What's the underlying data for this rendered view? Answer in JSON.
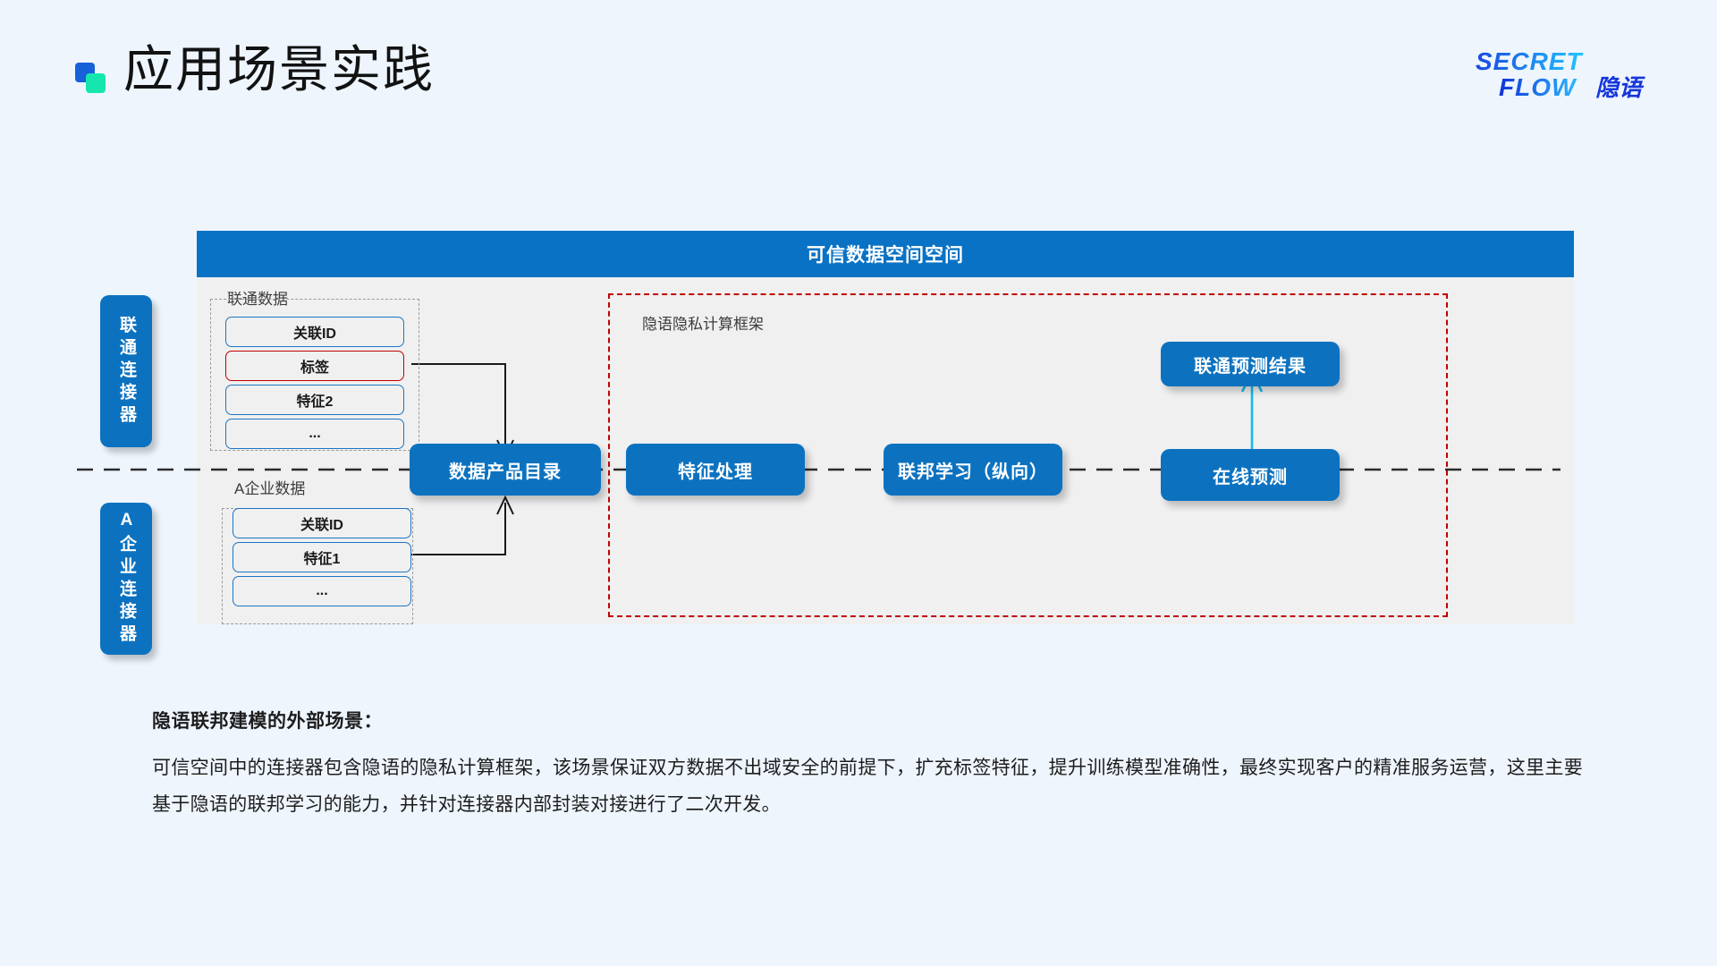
{
  "header": {
    "title": "应用场景实践",
    "mark_blue": "#1761d8",
    "mark_teal": "#15e6ad",
    "logo_line1": "SECRET",
    "logo_line2": "FLOW",
    "logo_cn": "隐语"
  },
  "diagram": {
    "space_title": "可信数据空间空间",
    "framework_label": "隐语隐私计算框架",
    "connectors": [
      {
        "id": "unicom",
        "label": "联通连接器",
        "chars": [
          "联",
          "通",
          "连",
          "接",
          "器"
        ]
      },
      {
        "id": "enterprise",
        "label": "A企业连接器",
        "chars": [
          "A",
          "企",
          "业",
          "连",
          "接",
          "器"
        ]
      }
    ],
    "groups": [
      {
        "id": "unicom-data",
        "label": "联通数据",
        "fields": [
          {
            "text": "关联ID",
            "alert": false
          },
          {
            "text": "标签",
            "alert": true
          },
          {
            "text": "特征2",
            "alert": false
          },
          {
            "text": "...",
            "alert": false
          }
        ]
      },
      {
        "id": "enterprise-data",
        "label": "A企业数据",
        "fields": [
          {
            "text": "关联ID",
            "alert": false
          },
          {
            "text": "特征1",
            "alert": false
          },
          {
            "text": "...",
            "alert": false
          }
        ]
      }
    ],
    "nodes": [
      {
        "id": "catalog",
        "label": "数据产品目录"
      },
      {
        "id": "feature-processing",
        "label": "特征处理"
      },
      {
        "id": "federated-learning",
        "label": "联邦学习（纵向）"
      },
      {
        "id": "online-prediction",
        "label": "在线预测"
      },
      {
        "id": "prediction-result",
        "label": "联通预测结果"
      }
    ],
    "colors": {
      "node_blue": "#0c72c0",
      "header_blue": "#0a72c4",
      "panel_gray": "#f0f0f0",
      "alert_red": "#c00000",
      "arrow_cyan": "#16b9f0",
      "arrow_dark": "#1a1a1a",
      "slide_bg": "#eef5fd"
    }
  },
  "notes": {
    "heading": "隐语联邦建模的外部场景：",
    "body": "可信空间中的连接器包含隐语的隐私计算框架，该场景保证双方数据不出域安全的前提下，扩充标签特征，提升训练模型准确性，最终实现客户的精准服务运营，这里主要基于隐语的联邦学习的能力，并针对连接器内部封装对接进行了二次开发。"
  }
}
